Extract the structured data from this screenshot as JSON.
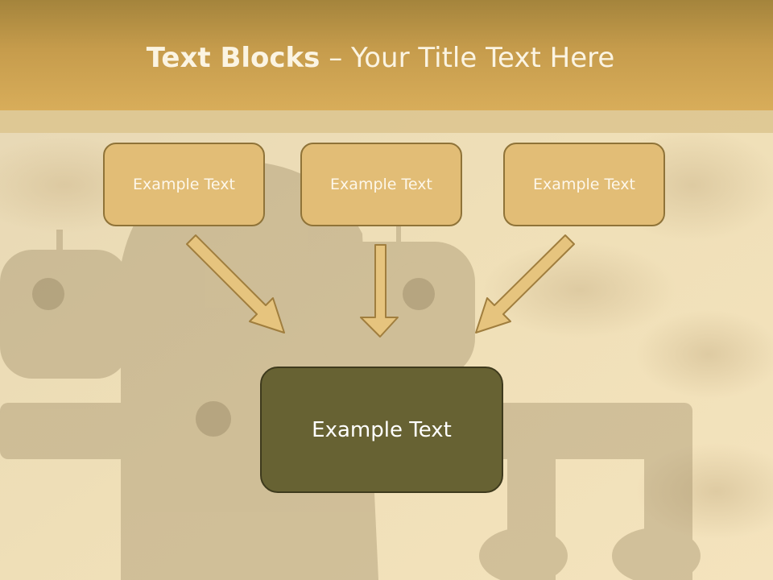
{
  "title": {
    "bold": "Text Blocks",
    "rest": " – Your Title Text Here"
  },
  "blocks": [
    {
      "label": "Example Text"
    },
    {
      "label": "Example Text"
    },
    {
      "label": "Example Text"
    }
  ],
  "center_block": {
    "label": "Example Text"
  },
  "colors": {
    "header": "#c69c4c",
    "small_box_fill": "#e2bd76",
    "small_box_border": "#8f7338",
    "center_box_fill": "#676233",
    "arrow_fill": "#e6c47e",
    "arrow_stroke": "#a07e3e"
  }
}
